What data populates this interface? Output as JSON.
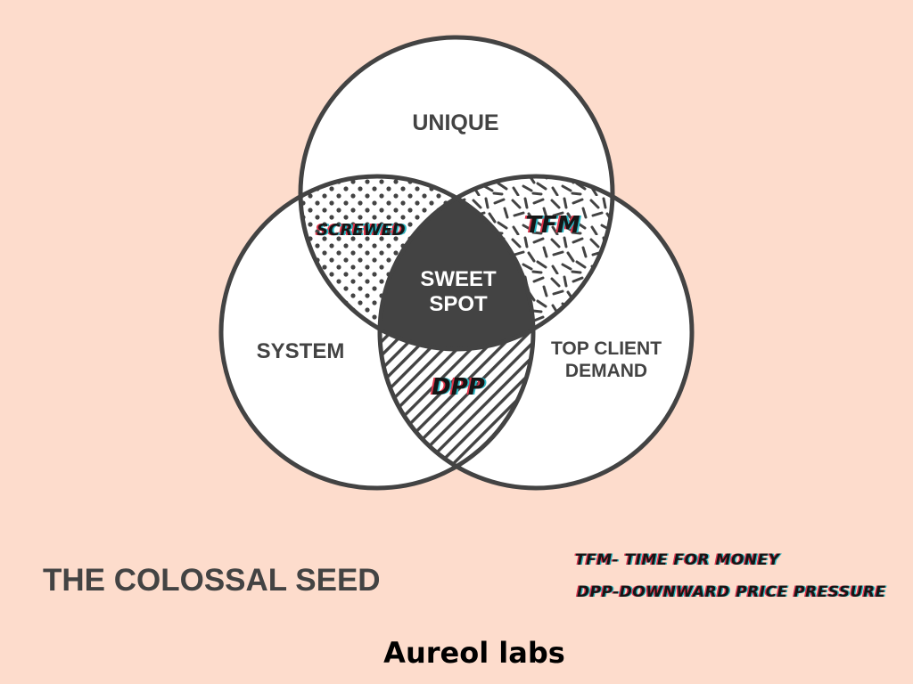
{
  "diagram": {
    "sets": [
      {
        "id": "unique",
        "label": "UNIQUE"
      },
      {
        "id": "system",
        "label": "SYSTEM"
      },
      {
        "id": "top_client_demand",
        "label": "TOP CLIENT DEMAND",
        "lines": [
          "TOP CLIENT",
          "DEMAND"
        ]
      }
    ],
    "intersections": [
      {
        "id": "screwed",
        "sets": [
          "unique",
          "system"
        ],
        "label": "SCREWED",
        "pattern": "dots"
      },
      {
        "id": "tfm",
        "sets": [
          "unique",
          "top_client_demand"
        ],
        "label": "TFM",
        "pattern": "dashes"
      },
      {
        "id": "dpp",
        "sets": [
          "system",
          "top_client_demand"
        ],
        "label": "DPP",
        "pattern": "stripes"
      },
      {
        "id": "sweet_spot",
        "sets": [
          "unique",
          "system",
          "top_client_demand"
        ],
        "label": "SWEET SPOT",
        "lines": [
          "SWEET",
          "SPOT"
        ],
        "fill": "#434343"
      }
    ]
  },
  "title": "THE COLOSSAL SEED",
  "legend": [
    {
      "abbr": "TFM",
      "text": "TFM- TIME FOR MONEY"
    },
    {
      "abbr": "DPP",
      "text": "DPP-DOWNWARD PRICE PRESSURE"
    }
  ],
  "brand": "Aureol labs",
  "colors": {
    "background": "#fddccc",
    "outline": "#434343",
    "circle_fill": "#ffffff",
    "glitch_red": "#e0344a",
    "glitch_cyan": "#2ab7c4"
  }
}
